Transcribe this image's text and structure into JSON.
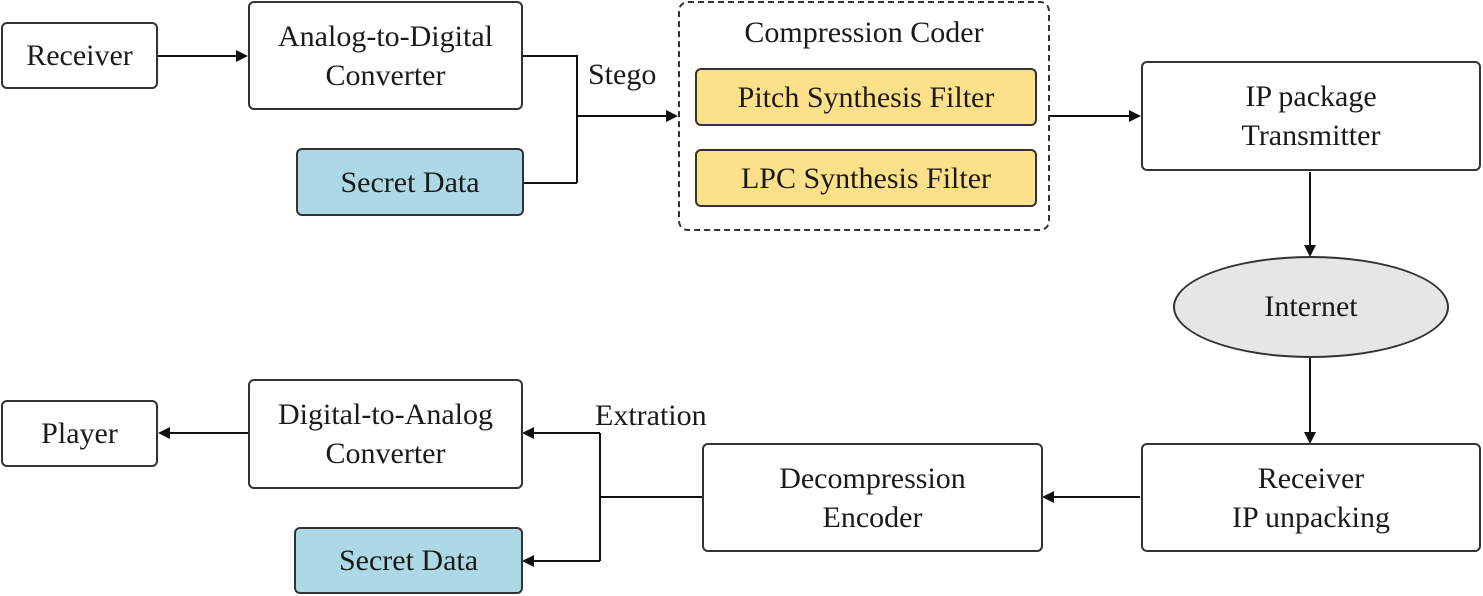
{
  "nodes": {
    "receiver_top": "Receiver",
    "adc_line1": "Analog-to-Digital",
    "adc_line2": "Converter",
    "secret_data_top": "Secret Data",
    "compression_coder": "Compression Coder",
    "pitch_filter": "Pitch Synthesis Filter",
    "lpc_filter": "LPC Synthesis Filter",
    "ip_transmitter_line1": "IP package",
    "ip_transmitter_line2": "Transmitter",
    "internet": "Internet",
    "receiver_unpack_line1": "Receiver",
    "receiver_unpack_line2": "IP unpacking",
    "decompression_line1": "Decompression",
    "decompression_line2": "Encoder",
    "dac_line1": "Digital-to-Analog",
    "dac_line2": "Converter",
    "secret_data_bottom": "Secret Data",
    "player": "Player"
  },
  "edge_labels": {
    "stego": "Stego",
    "extraction": "Extration"
  },
  "colors": {
    "secret_data_fill": "#add8e6",
    "filter_fill": "#fde08a",
    "internet_fill": "#e6e6e6",
    "stroke": "#333333"
  }
}
